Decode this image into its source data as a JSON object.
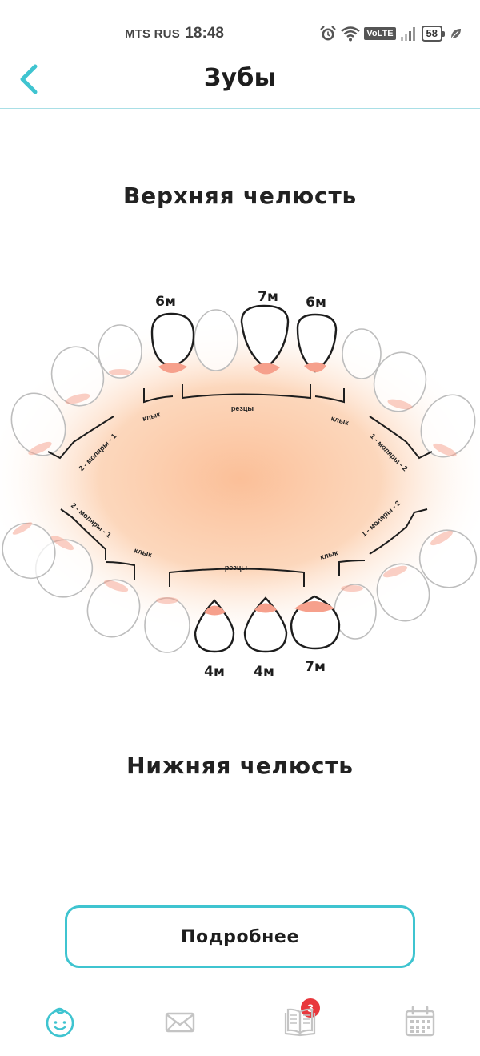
{
  "status_bar": {
    "carrier": "MTS RUS",
    "time": "18:48",
    "volte": "VoLTE",
    "battery": "58"
  },
  "header": {
    "title": "Зубы"
  },
  "upper_jaw": {
    "title": "Верхняя челюсть",
    "teeth_labels": [
      "6м",
      "7м",
      "6м"
    ],
    "group_labels": [
      "2 - моляры - 1",
      "клык",
      "резцы",
      "клык",
      "1 - моляры - 2"
    ]
  },
  "lower_jaw": {
    "title": "Нижняя челюсть",
    "teeth_labels": [
      "4м",
      "4м",
      "7м"
    ],
    "group_labels": [
      "2 - моляры - 1",
      "клык",
      "резцы",
      "клык",
      "1 - моляры - 2"
    ]
  },
  "more_button": {
    "label": "Подробнее"
  },
  "bottom_nav": {
    "items": [
      {
        "icon": "baby-face-icon",
        "active": true
      },
      {
        "icon": "envelope-icon",
        "badge": "3"
      },
      {
        "icon": "book-icon"
      },
      {
        "icon": "calendar-icon"
      }
    ]
  },
  "colors": {
    "accent": "#3fc4d0",
    "gum": "#f6a08c",
    "badge": "#e8383d",
    "glow": "#fbbf98"
  }
}
